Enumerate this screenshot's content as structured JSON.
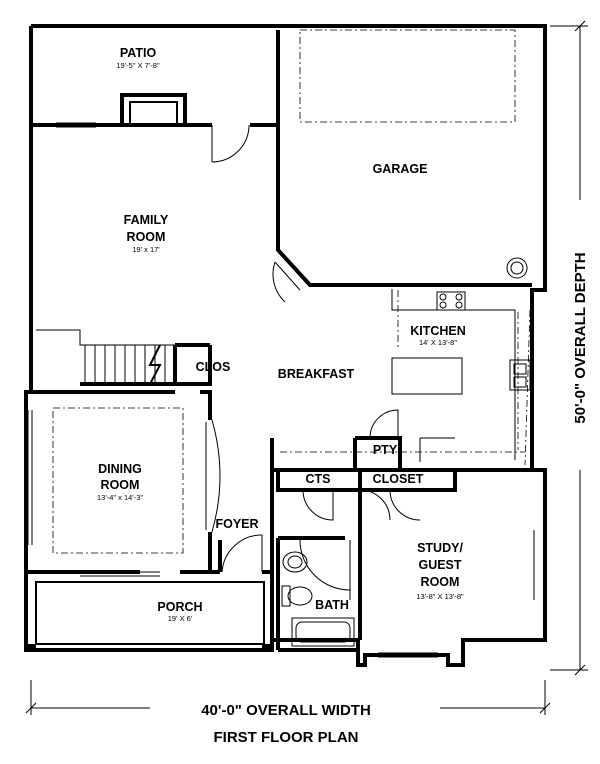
{
  "rooms": {
    "patio": {
      "name": "PATIO",
      "size": "19'-5\" X 7'-8\""
    },
    "garage": {
      "name": "GARAGE"
    },
    "family": {
      "name_line1": "FAMILY",
      "name_line2": "ROOM",
      "size": "19' x 17'"
    },
    "kitchen": {
      "name": "KITCHEN",
      "size": "14' X 13'-8\""
    },
    "clos": {
      "name": "CLOS"
    },
    "breakfast": {
      "name": "BREAKFAST"
    },
    "pty": {
      "name": "PTY"
    },
    "dining": {
      "name_line1": "DINING",
      "name_line2": "ROOM",
      "size": "13'-4\" x 14'-3\""
    },
    "cts": {
      "name": "CTS"
    },
    "closet": {
      "name": "CLOSET"
    },
    "foyer": {
      "name": "FOYER"
    },
    "study": {
      "name_line1": "STUDY/",
      "name_line2": "GUEST",
      "name_line3": "ROOM",
      "size": "13'-8\" X 13'-8\""
    },
    "bath": {
      "name": "BATH"
    },
    "porch": {
      "name": "PORCH",
      "size": "19' X 6'"
    }
  },
  "dimensions": {
    "width": "40'-0\" OVERALL WIDTH",
    "depth": "50'-0\" OVERALL DEPTH"
  },
  "plan_title": "FIRST FLOOR PLAN"
}
